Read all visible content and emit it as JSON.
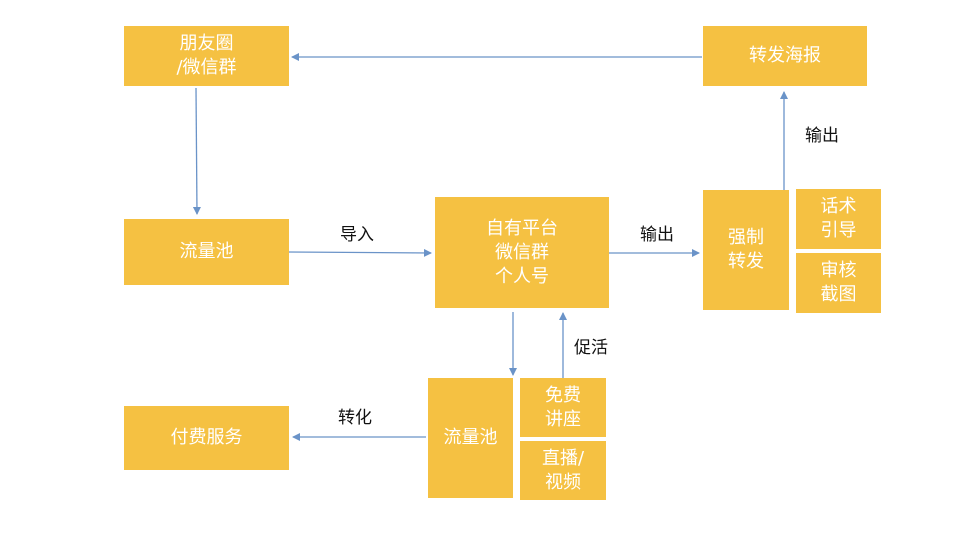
{
  "colors": {
    "box_fill": "#F5C142",
    "box_text": "#FFFFFF",
    "arrow": "#6A93C8",
    "label_text": "#111111"
  },
  "nodes": {
    "moments": "朋友圈\n/微信群",
    "share_poster": "转发海报",
    "traffic_pool_1": "流量池",
    "own_platform": "自有平台\n微信群\n个人号",
    "forced_share": "强制\n转发",
    "script_guide": "话术\n引导",
    "review_screenshot": "审核\n截图",
    "traffic_pool_2": "流量池",
    "free_lecture": "免费\n讲座",
    "live_video": "直播/\n视频",
    "paid_service": "付费服务"
  },
  "edges": {
    "import": "导入",
    "output_1": "输出",
    "output_2": "输出",
    "activate": "促活",
    "convert": "转化"
  }
}
